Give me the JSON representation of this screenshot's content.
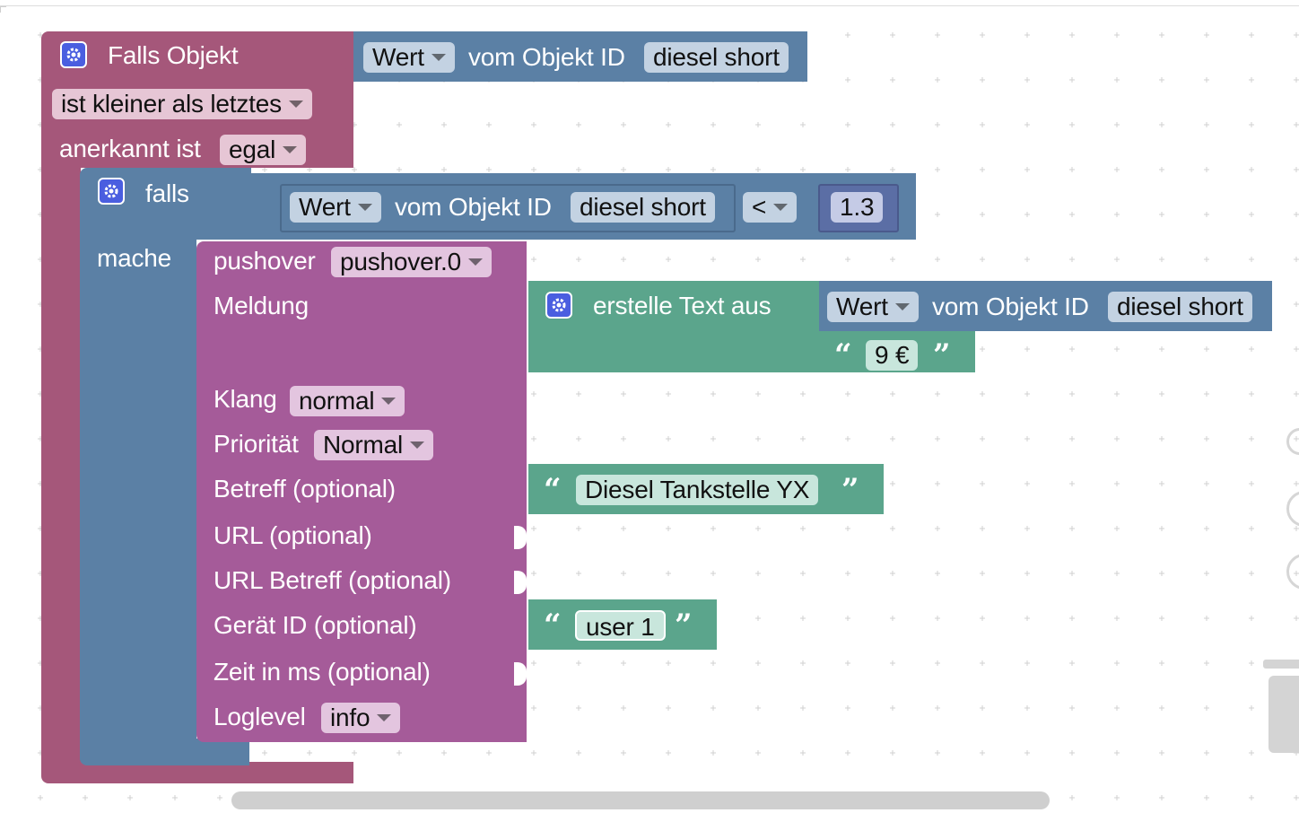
{
  "colors": {
    "trigger_block": "#a5577a",
    "logic_block": "#5b80a5",
    "pushover_block": "#a55b99",
    "text_block": "#5ba58c",
    "field_pink": "#e6c6d5",
    "field_blue": "#c3d2e2",
    "field_purple": "#e3c5df",
    "field_green": "#c8e6dc"
  },
  "trigger": {
    "title": "Falls Objekt",
    "condition": "ist kleiner als letztes",
    "ack_label": "anerkannt ist",
    "ack_value": "egal",
    "value_block": {
      "kind": "Wert",
      "label": "vom Objekt ID",
      "object_id": "diesel short"
    }
  },
  "if_block": {
    "falls_label": "falls",
    "mache_label": "mache",
    "compare": {
      "left": {
        "kind": "Wert",
        "label": "vom Objekt ID",
        "object_id": "diesel short"
      },
      "operator": "<",
      "right": "1.3"
    }
  },
  "pushover": {
    "title": "pushover",
    "instance": "pushover.0",
    "message_label": "Meldung",
    "sound_label": "Klang",
    "sound_value": "normal",
    "priority_label": "Priorität",
    "priority_value": "Normal",
    "subject_label": "Betreff (optional)",
    "url_label": "URL (optional)",
    "url_subject_label": "URL Betreff (optional)",
    "device_label": "Gerät ID (optional)",
    "time_label": "Zeit in ms (optional)",
    "loglevel_label": "Loglevel",
    "loglevel_value": "info"
  },
  "text_join": {
    "title": "erstelle Text aus",
    "item1": {
      "kind": "Wert",
      "label": "vom Objekt ID",
      "object_id": "diesel short"
    },
    "item2": "9 €"
  },
  "subject_text": "Diesel Tankstelle YX",
  "device_text": "user 1",
  "quote_open": "“",
  "quote_close": "”"
}
